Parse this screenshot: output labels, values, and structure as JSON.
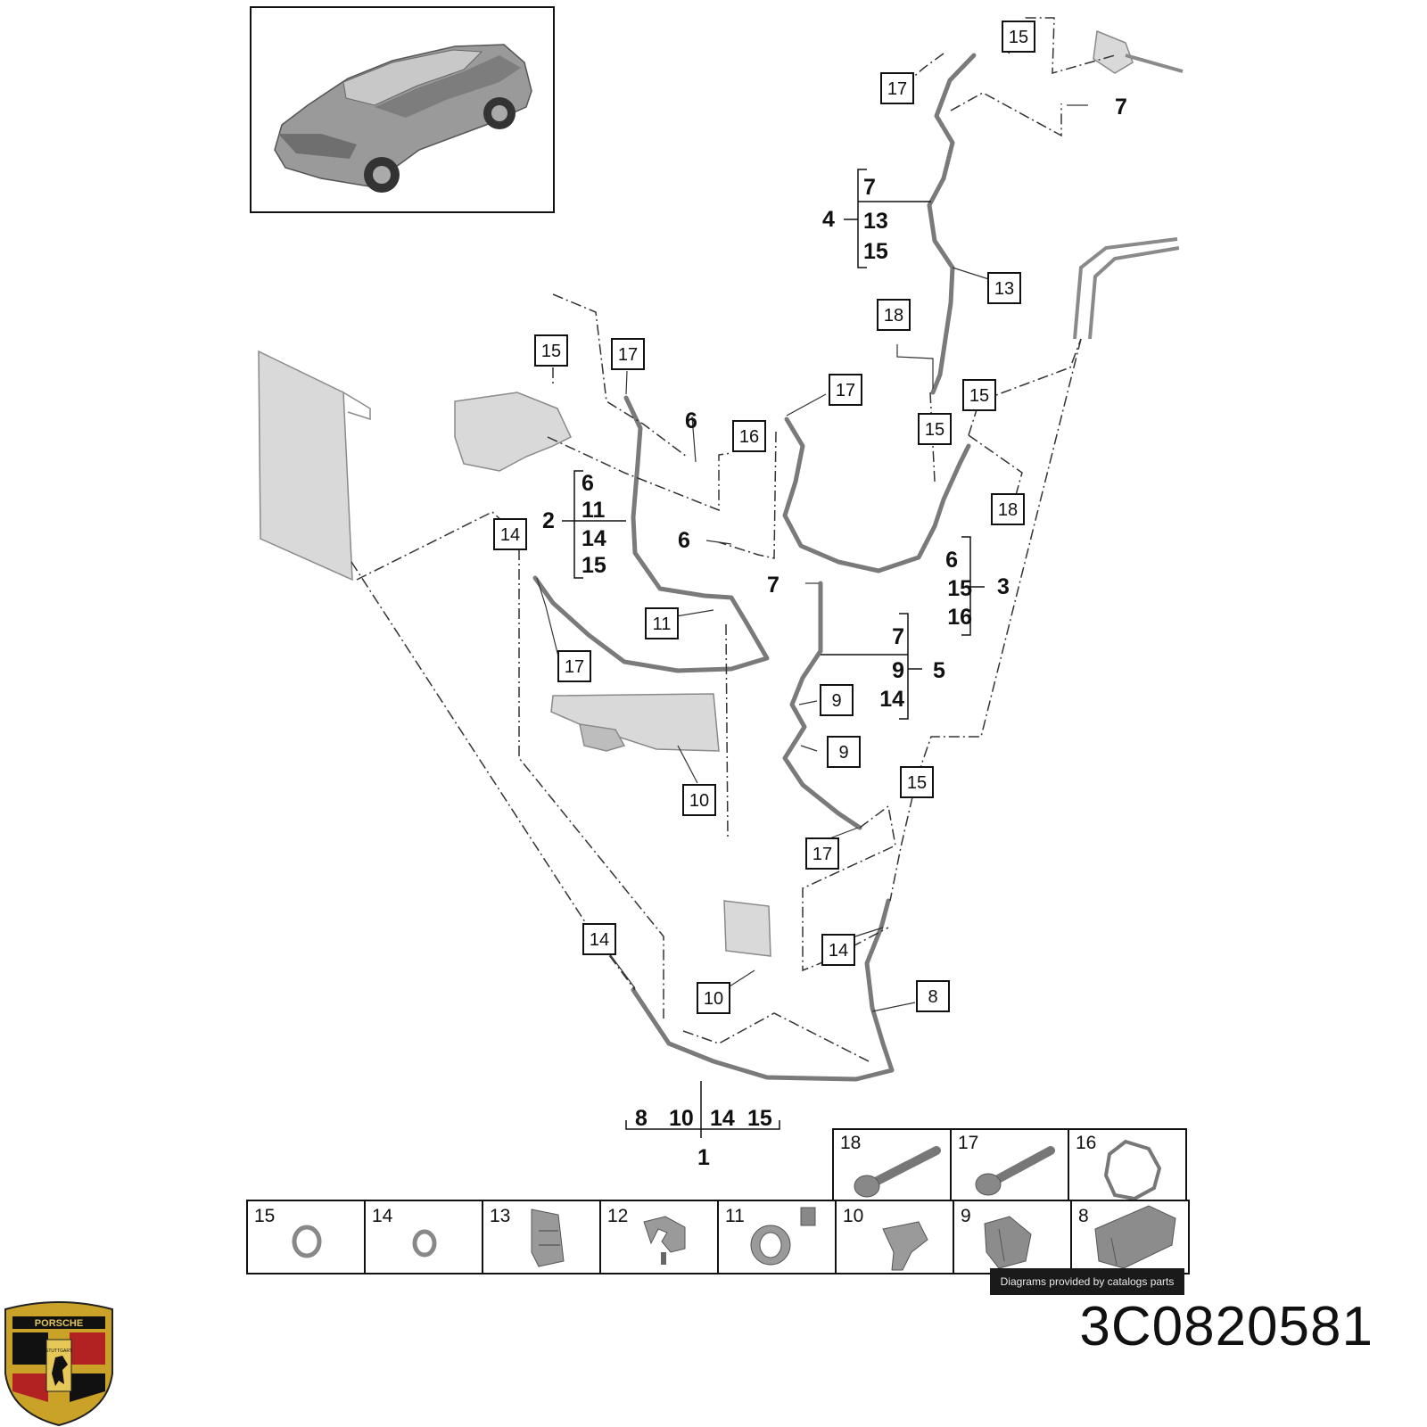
{
  "vehicle_thumbnail": {
    "icon": "suv-vehicle-icon"
  },
  "callouts": [
    {
      "id": "c-15-top",
      "label": "15"
    },
    {
      "id": "c-17-top",
      "label": "17"
    },
    {
      "id": "c-13",
      "label": "13"
    },
    {
      "id": "c-18-a",
      "label": "18"
    },
    {
      "id": "c-17-mid",
      "label": "17"
    },
    {
      "id": "c-15-b",
      "label": "15"
    },
    {
      "id": "c-15-c",
      "label": "15"
    },
    {
      "id": "c-18-b",
      "label": "18"
    },
    {
      "id": "c-15-left",
      "label": "15"
    },
    {
      "id": "c-17-left",
      "label": "17"
    },
    {
      "id": "c-16",
      "label": "16"
    },
    {
      "id": "c-14-left",
      "label": "14"
    },
    {
      "id": "c-11",
      "label": "11"
    },
    {
      "id": "c-17-low",
      "label": "17"
    },
    {
      "id": "c-9-a",
      "label": "9"
    },
    {
      "id": "c-9-b",
      "label": "9"
    },
    {
      "id": "c-10-a",
      "label": "10"
    },
    {
      "id": "c-15-d",
      "label": "15"
    },
    {
      "id": "c-17-e",
      "label": "17"
    },
    {
      "id": "c-14-b",
      "label": "14"
    },
    {
      "id": "c-14-c",
      "label": "14"
    },
    {
      "id": "c-10-b",
      "label": "10"
    },
    {
      "id": "c-8",
      "label": "8"
    }
  ],
  "plain_labels": [
    {
      "id": "p-7-top",
      "label": "7"
    },
    {
      "id": "p-6-a",
      "label": "6"
    },
    {
      "id": "p-6-b",
      "label": "6"
    },
    {
      "id": "p-7-mid",
      "label": "7"
    }
  ],
  "groups": [
    {
      "id": "g4",
      "number": "4",
      "members": [
        "7",
        "13",
        "15"
      ]
    },
    {
      "id": "g2",
      "number": "2",
      "members": [
        "6",
        "11",
        "14",
        "15"
      ]
    },
    {
      "id": "g3",
      "number": "3",
      "members": [
        "6",
        "15",
        "16"
      ]
    },
    {
      "id": "g5",
      "number": "5",
      "members": [
        "7",
        "9",
        "14"
      ]
    },
    {
      "id": "g1",
      "number": "1",
      "members": [
        "8",
        "10",
        "14",
        "15"
      ]
    }
  ],
  "parts_table": {
    "top_row": [
      {
        "label": "18",
        "icon": "bolt-icon"
      },
      {
        "label": "17",
        "icon": "bolt-icon"
      },
      {
        "label": "16",
        "icon": "seal-ring-icon"
      }
    ],
    "bottom_row": [
      {
        "label": "15",
        "icon": "o-ring-icon"
      },
      {
        "label": "14",
        "icon": "o-ring-icon"
      },
      {
        "label": "13",
        "icon": "hose-clip-icon"
      },
      {
        "label": "12",
        "icon": "clip-icon"
      },
      {
        "label": "11",
        "icon": "hose-clamp-icon"
      },
      {
        "label": "10",
        "icon": "holder-clip-icon"
      },
      {
        "label": "9",
        "icon": "rubber-grommet-icon"
      },
      {
        "label": "8",
        "icon": "rubber-grommet-icon"
      }
    ]
  },
  "credit": "Diagrams provided by catalogs parts",
  "brand": {
    "logo": "porsche-crest-logo",
    "logo_text": "PORSCHE",
    "logo_subtext": "STUTTGART"
  },
  "part_number": "3C0820581"
}
